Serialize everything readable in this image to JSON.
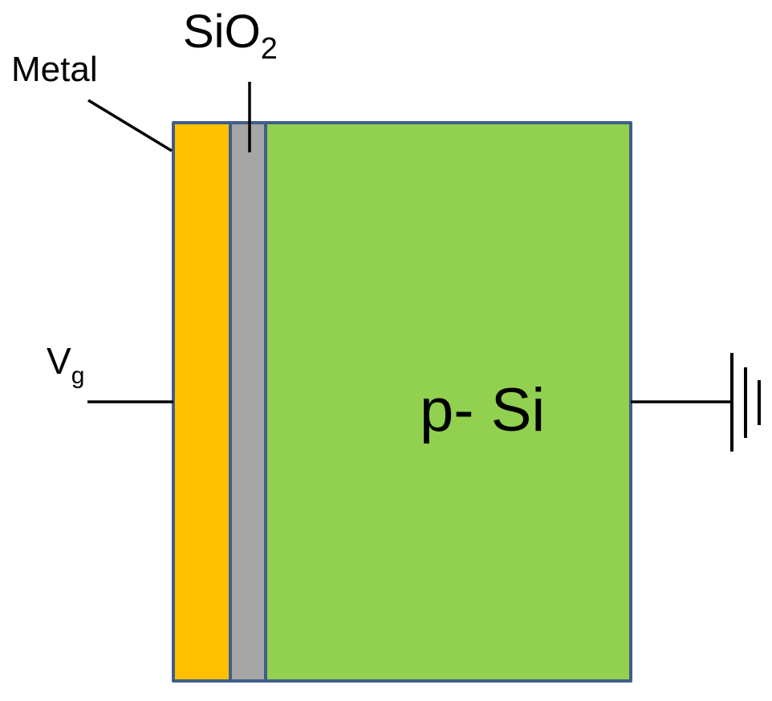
{
  "labels": {
    "metal": "Metal",
    "oxide_base": "SiO",
    "oxide_sub": "2",
    "gate_voltage_base": "V",
    "gate_voltage_sub": "g",
    "substrate": "p- Si"
  },
  "colors": {
    "metal": "#FFC000",
    "oxide": "#A6A6A6",
    "substrate": "#92D050",
    "outline": "#3F5F8A",
    "line": "#000000"
  },
  "icons": {
    "ground": "ground-symbol-icon"
  }
}
